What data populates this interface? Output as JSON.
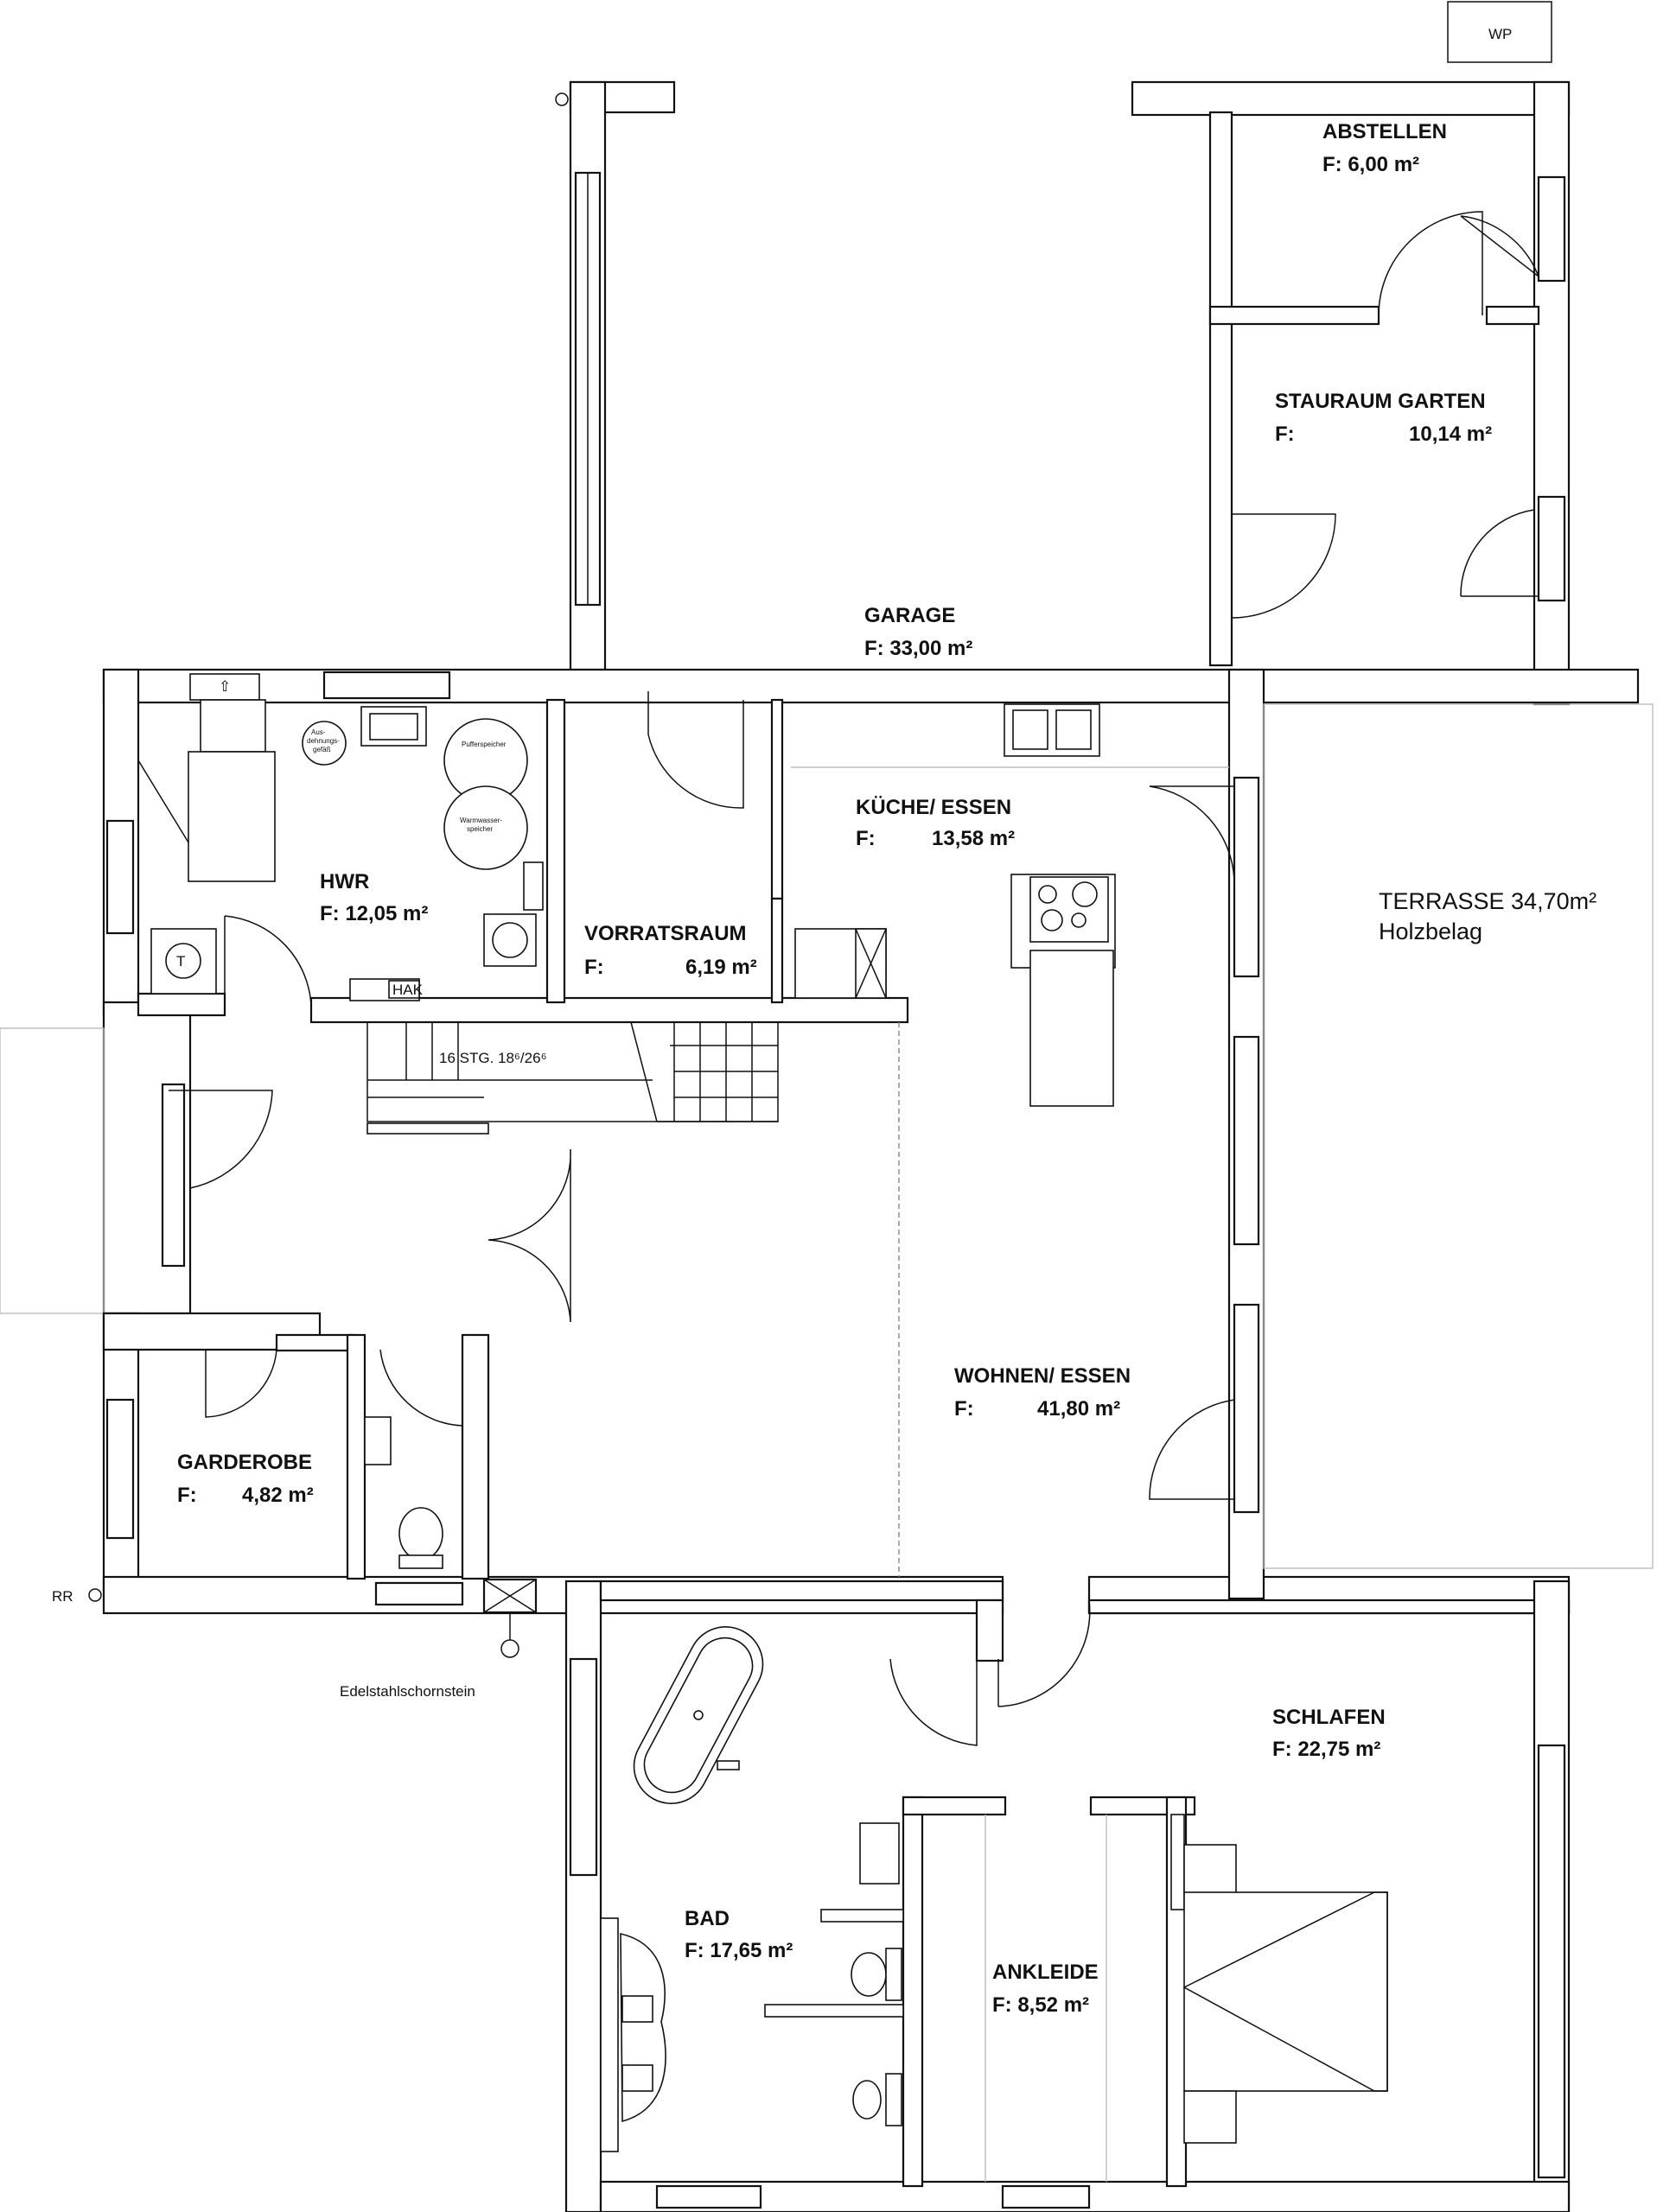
{
  "rooms": {
    "abstellen": {
      "name": "ABSTELLEN",
      "area": "F:    6,00 m²"
    },
    "stauraum": {
      "name": "STAURAUM GARTEN",
      "prefix": "F:",
      "area": "10,14 m²"
    },
    "garage": {
      "name": "GARAGE",
      "area": "F: 33,00 m²"
    },
    "hwr": {
      "name": "HWR",
      "area": "F: 12,05 m²"
    },
    "vorratsraum": {
      "name": "VORRATSRAUM",
      "prefix": "F:",
      "area": "6,19 m²"
    },
    "kueche": {
      "name": "KÜCHE/ ESSEN",
      "prefix": "F:",
      "area": "13,58 m²"
    },
    "wohnen": {
      "name": "WOHNEN/ ESSEN",
      "prefix": "F:",
      "area": "41,80 m²"
    },
    "garderobe": {
      "name": "GARDEROBE",
      "prefix": "F:",
      "area": "4,82 m²"
    },
    "bad": {
      "name": "BAD",
      "area": "F: 17,65 m²"
    },
    "ankleide": {
      "name": "ANKLEIDE",
      "area": "F:  8,52 m²"
    },
    "schlafen": {
      "name": "SCHLAFEN",
      "area": "F:  22,75 m²"
    }
  },
  "terrasse": {
    "name": "TERRASSE 34,70m²",
    "material": "Holzbelag"
  },
  "labels": {
    "wp": "WP",
    "rr": "RR",
    "chimney": "Edelstahlschornstein",
    "hak": "HAK",
    "stairs": "16 STG. 18⁶/26⁶",
    "puffer": "Pufferspeicher",
    "warmwasser_1": "Warmwasser-",
    "warmwasser_2": "speicher",
    "ausdehnung_1": "Aus-",
    "ausdehnung_2": "dehnungs-",
    "ausdehnung_3": "gefäß"
  }
}
